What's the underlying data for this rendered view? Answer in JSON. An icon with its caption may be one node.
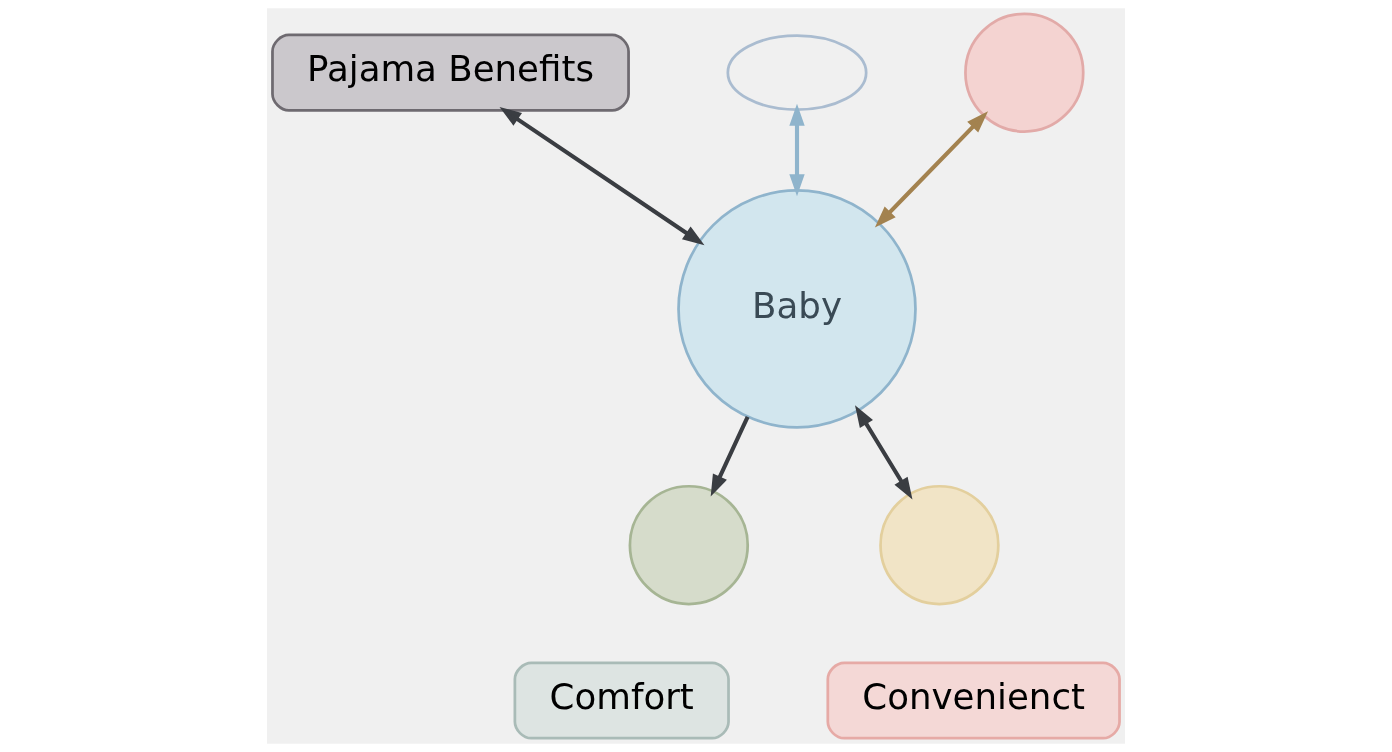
{
  "diagram": {
    "nodes": [
      {
        "text": [
          "Pajama Benefits"
        ]
      },
      {
        "text": [],
        "shape": "cloud"
      },
      {
        "text": [
          "Baby"
        ]
      },
      {
        "text": [],
        "shape": "circle"
      },
      {
        "text": [],
        "shape": "circle"
      },
      {
        "text": [],
        "shape": "circle"
      },
      {
        "text": [
          "Comfort"
        ]
      },
      {
        "text": [
          "Convenienct"
        ]
      }
    ],
    "edges": [
      {
        "from": 0,
        "to": 2,
        "arrow": "both"
      },
      {
        "from": 1,
        "to": 2,
        "arrow": "both",
        "color": "#8fb4cc"
      },
      {
        "from": 3,
        "to": 2,
        "arrow": "both",
        "color": "#a3824f"
      },
      {
        "from": 2,
        "to": 4,
        "arrow": "to"
      },
      {
        "from": 2,
        "to": 5,
        "arrow": "both"
      }
    ]
  }
}
